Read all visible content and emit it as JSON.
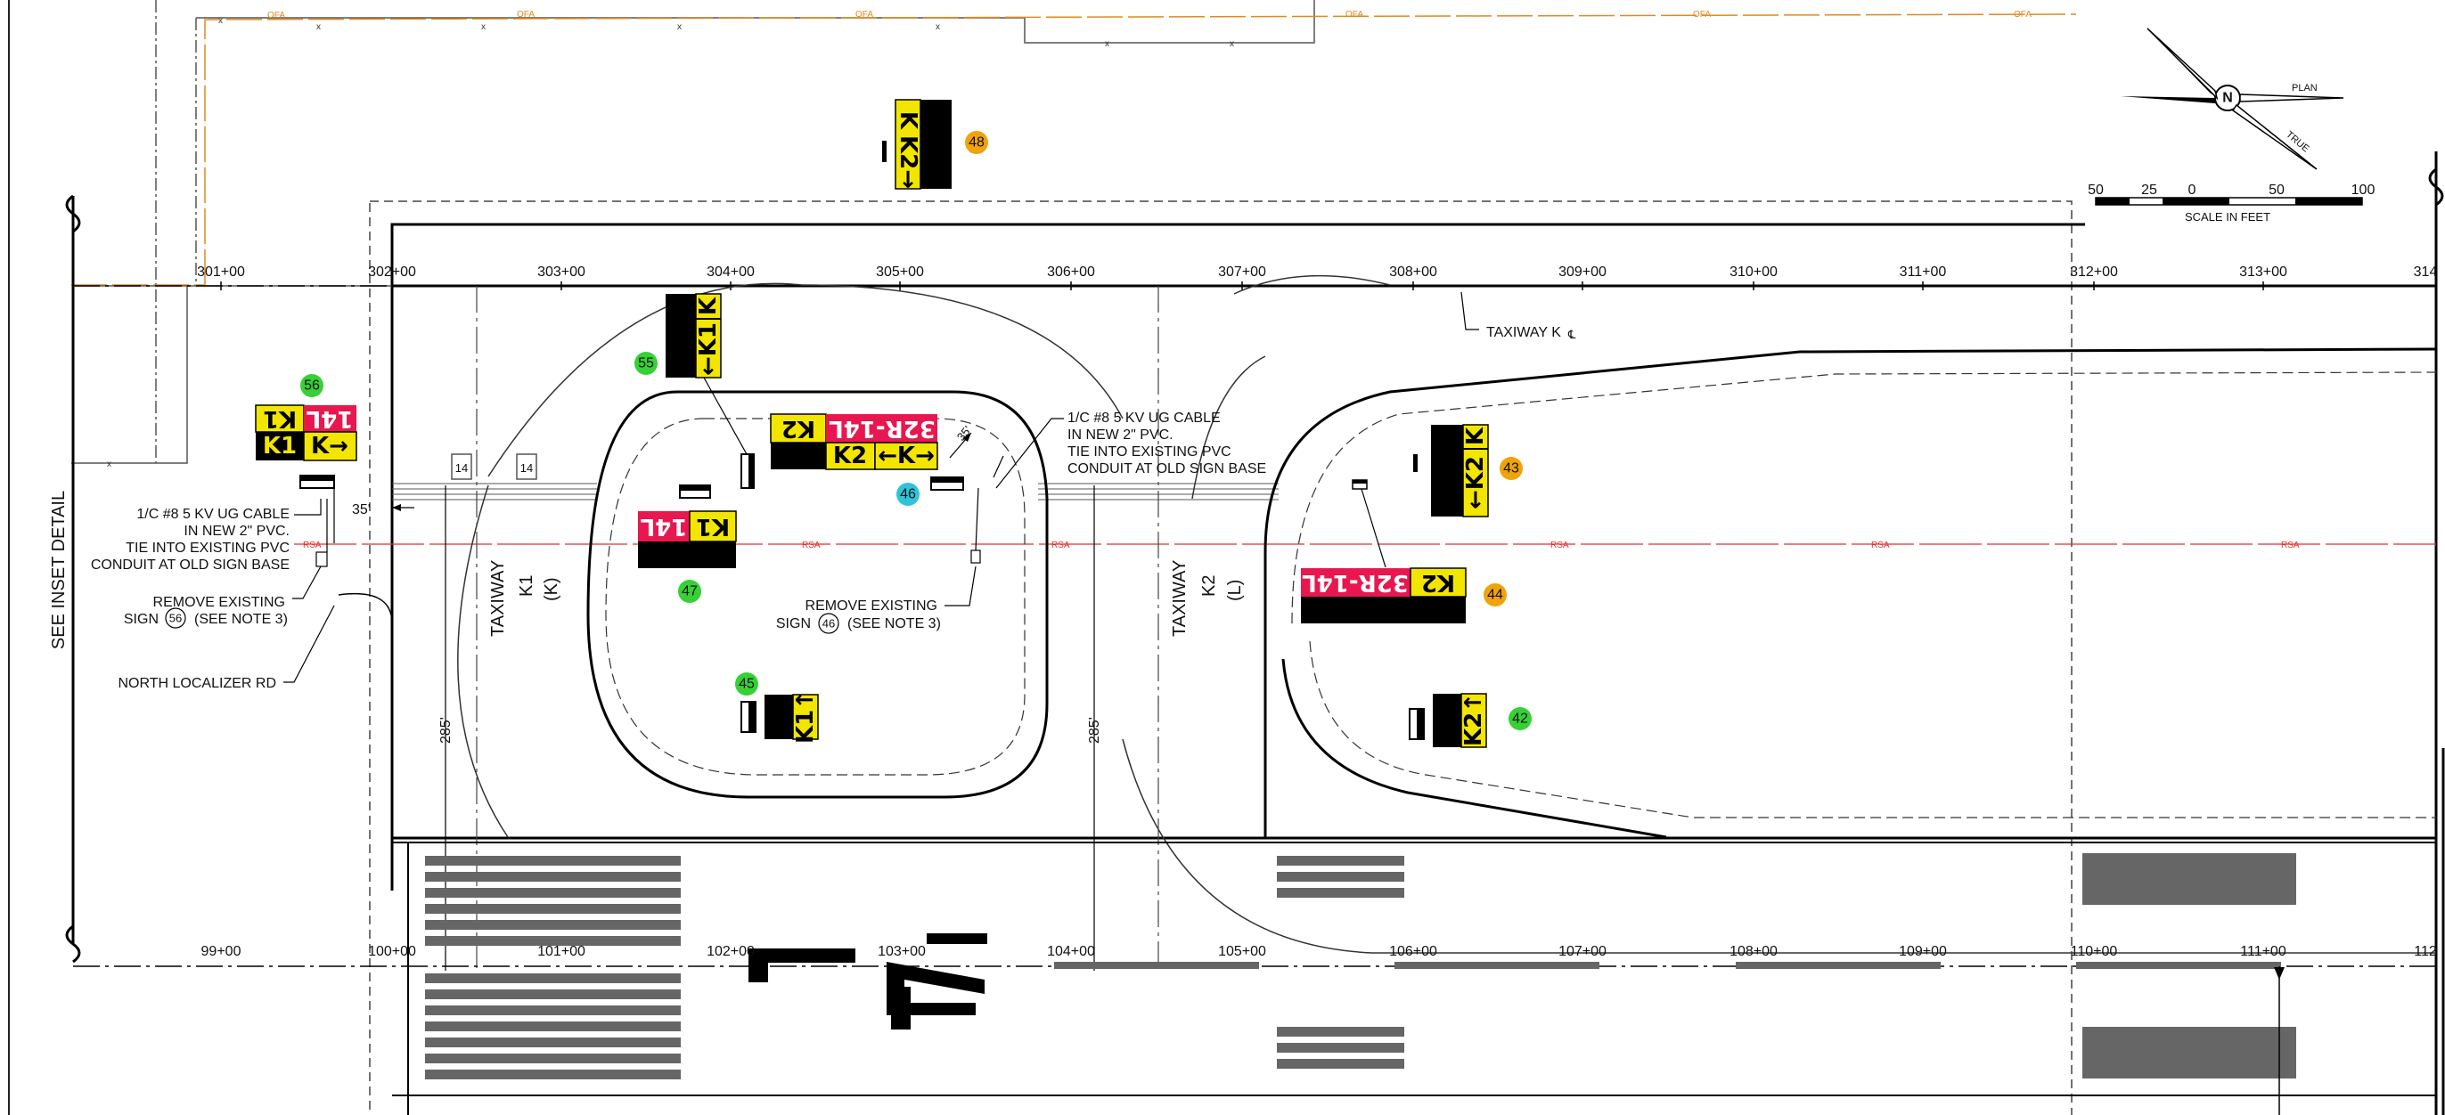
{
  "stations_upper": [
    "301+00",
    "302+00",
    "303+00",
    "304+00",
    "305+00",
    "306+00",
    "307+00",
    "308+00",
    "309+00",
    "310+00",
    "311+00",
    "312+00",
    "313+00",
    "314"
  ],
  "stations_lower": [
    "99+00",
    "100+00",
    "101+00",
    "102+00",
    "103+00",
    "104+00",
    "105+00",
    "106+00",
    "107+00",
    "108+00",
    "109+00",
    "110+00",
    "111+00",
    "112"
  ],
  "labels": {
    "see_inset": "SEE INSET DETAIL",
    "taxiway_k": "TAXIWAY K",
    "taxiway_k1_a": "TAXIWAY",
    "taxiway_k1_b": "K1",
    "taxiway_k1_c": "(K)",
    "taxiway_k2_a": "TAXIWAY",
    "taxiway_k2_b": "K2",
    "taxiway_k2_c": "(L)",
    "dim_285_a": "285'",
    "dim_285_b": "285'",
    "dim_35_a": "35'",
    "dim_35_b": "35'",
    "north_localizer": "NORTH LOCALIZER RD",
    "remove_left_1": "REMOVE EXISTING",
    "remove_left_2a": "SIGN",
    "remove_left_2b": "(SEE NOTE 3)",
    "remove_mid_1": "REMOVE EXISTING",
    "remove_mid_2a": "SIGN",
    "remove_mid_2b": "(SEE NOTE 3)",
    "cable_left": [
      "1/C #8 5 KV UG CABLE",
      "IN NEW 2\" PVC.",
      "TIE INTO EXISTING PVC",
      "CONDUIT AT OLD SIGN BASE"
    ],
    "cable_mid": [
      "1/C #8 5 KV UG CABLE",
      "IN NEW 2\" PVC.",
      "TIE INTO EXISTING PVC",
      "CONDUIT AT OLD SIGN BASE"
    ],
    "fence_x": "x",
    "ofa": "OFA",
    "rsa": "RSA"
  },
  "north_arrow": {
    "n": "N",
    "plan": "PLAN",
    "true": "TRUE"
  },
  "scale": {
    "ticks": [
      "50",
      "25",
      "0",
      "50",
      "100"
    ],
    "title": "SCALE IN FEET"
  },
  "bubbles": {
    "b48": "48",
    "b55": "55",
    "b56": "56",
    "b46": "46",
    "b47": "47",
    "b45": "45",
    "b43": "43",
    "b44": "44",
    "b42": "42",
    "ref56": "56",
    "ref46": "46"
  },
  "signs": {
    "s48": [
      "K",
      "K2→"
    ],
    "s55": [
      "K",
      "←K1"
    ],
    "s56_top": [
      "K1",
      "14L"
    ],
    "s56_bot": [
      "K1",
      "K→"
    ],
    "s46_top": [
      "K2",
      "32R-14L"
    ],
    "s46_bot": [
      "K2",
      "←K→"
    ],
    "s47": [
      "K1",
      "14L"
    ],
    "s45": [
      "K1↑"
    ],
    "s43": [
      "K",
      "←K2"
    ],
    "s44": [
      "K2",
      "32R-14L"
    ],
    "s42": [
      "K2↑"
    ],
    "small_14_a": "14",
    "small_14_b": "14"
  },
  "colors": {
    "sign_yellow": "#f2e600",
    "sign_red": "#e8174f",
    "bubble_green": "#35d135",
    "bubble_orange": "#f0a30a",
    "bubble_cyan": "#2fc4d8",
    "ofa_orange": "#e08a1e",
    "rsa_red": "#e03030"
  }
}
